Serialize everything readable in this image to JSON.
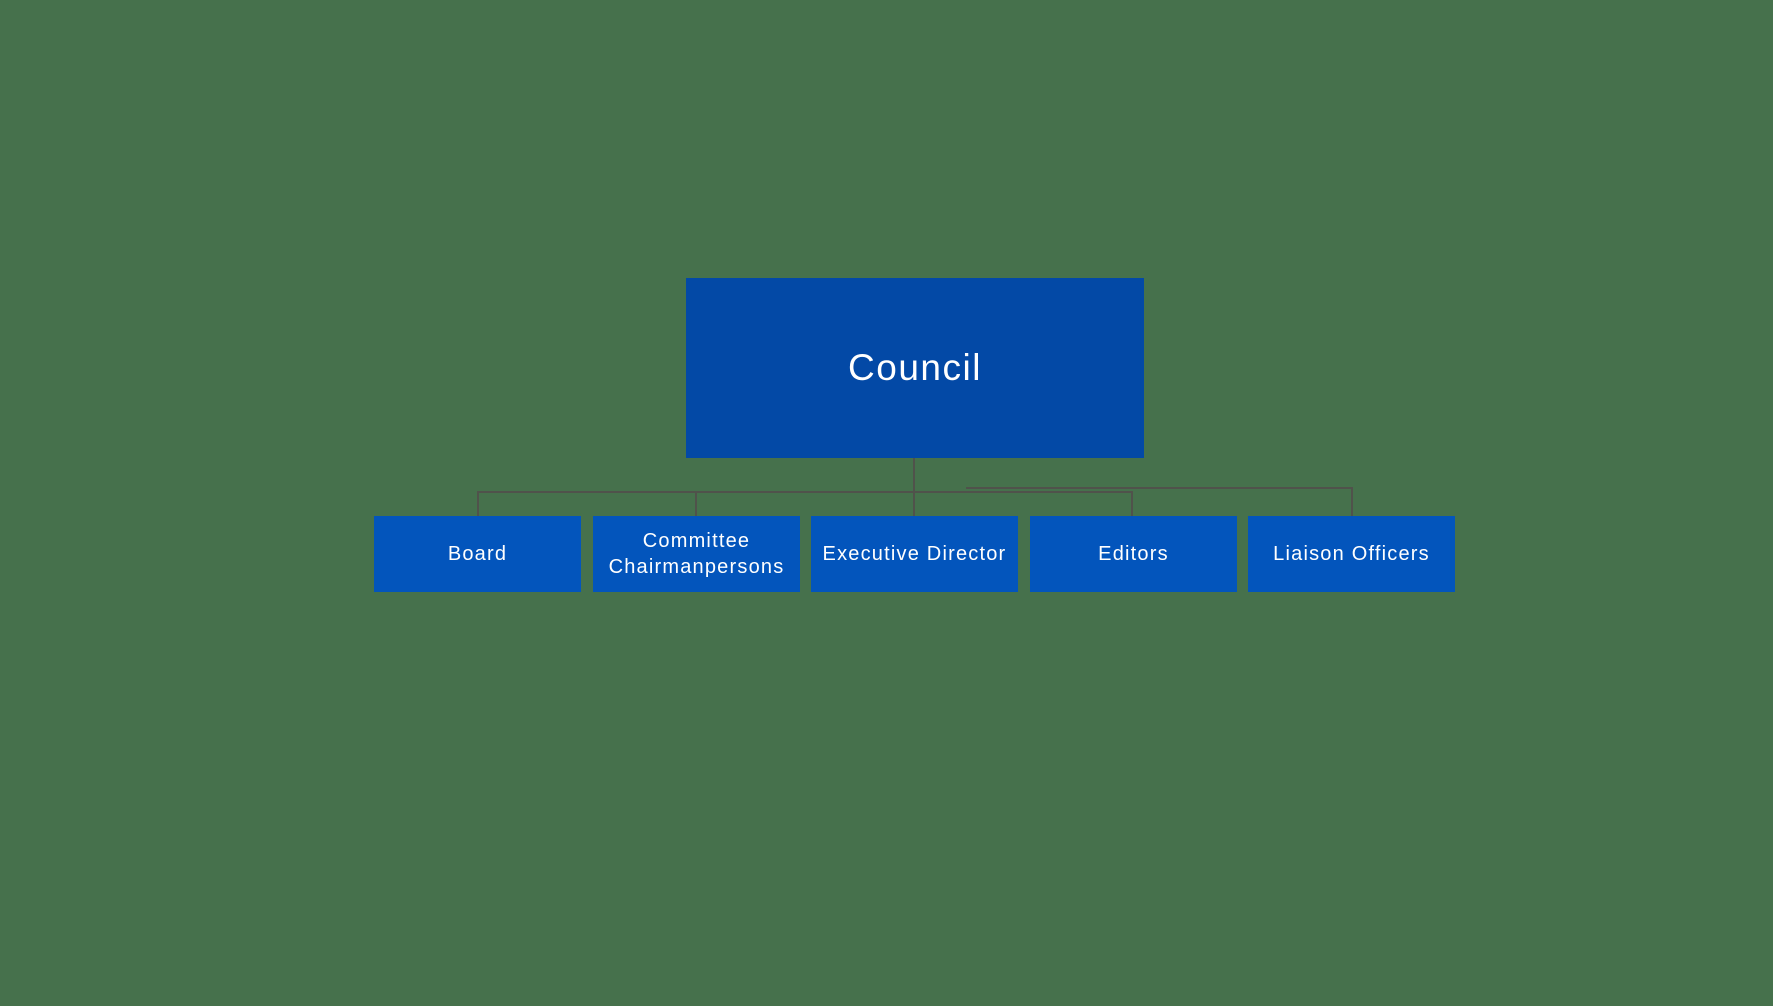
{
  "page": {
    "background_color": "#46714C"
  },
  "org_chart": {
    "type": "org-tree",
    "connector_color": "#50524B",
    "root": {
      "label": "Council",
      "fill_color": "#0349A6",
      "text_color": "#FFFFFF"
    },
    "child_fill_color": "#0355BC",
    "children": [
      {
        "label": "Board",
        "parent": "Council"
      },
      {
        "label": "Committee Chairmanpersons",
        "parent": "Council"
      },
      {
        "label": "Executive Director",
        "parent": "Council"
      },
      {
        "label": "Editors",
        "parent": "Council"
      },
      {
        "label": "Liaison Officers",
        "parent": "Council"
      }
    ]
  }
}
